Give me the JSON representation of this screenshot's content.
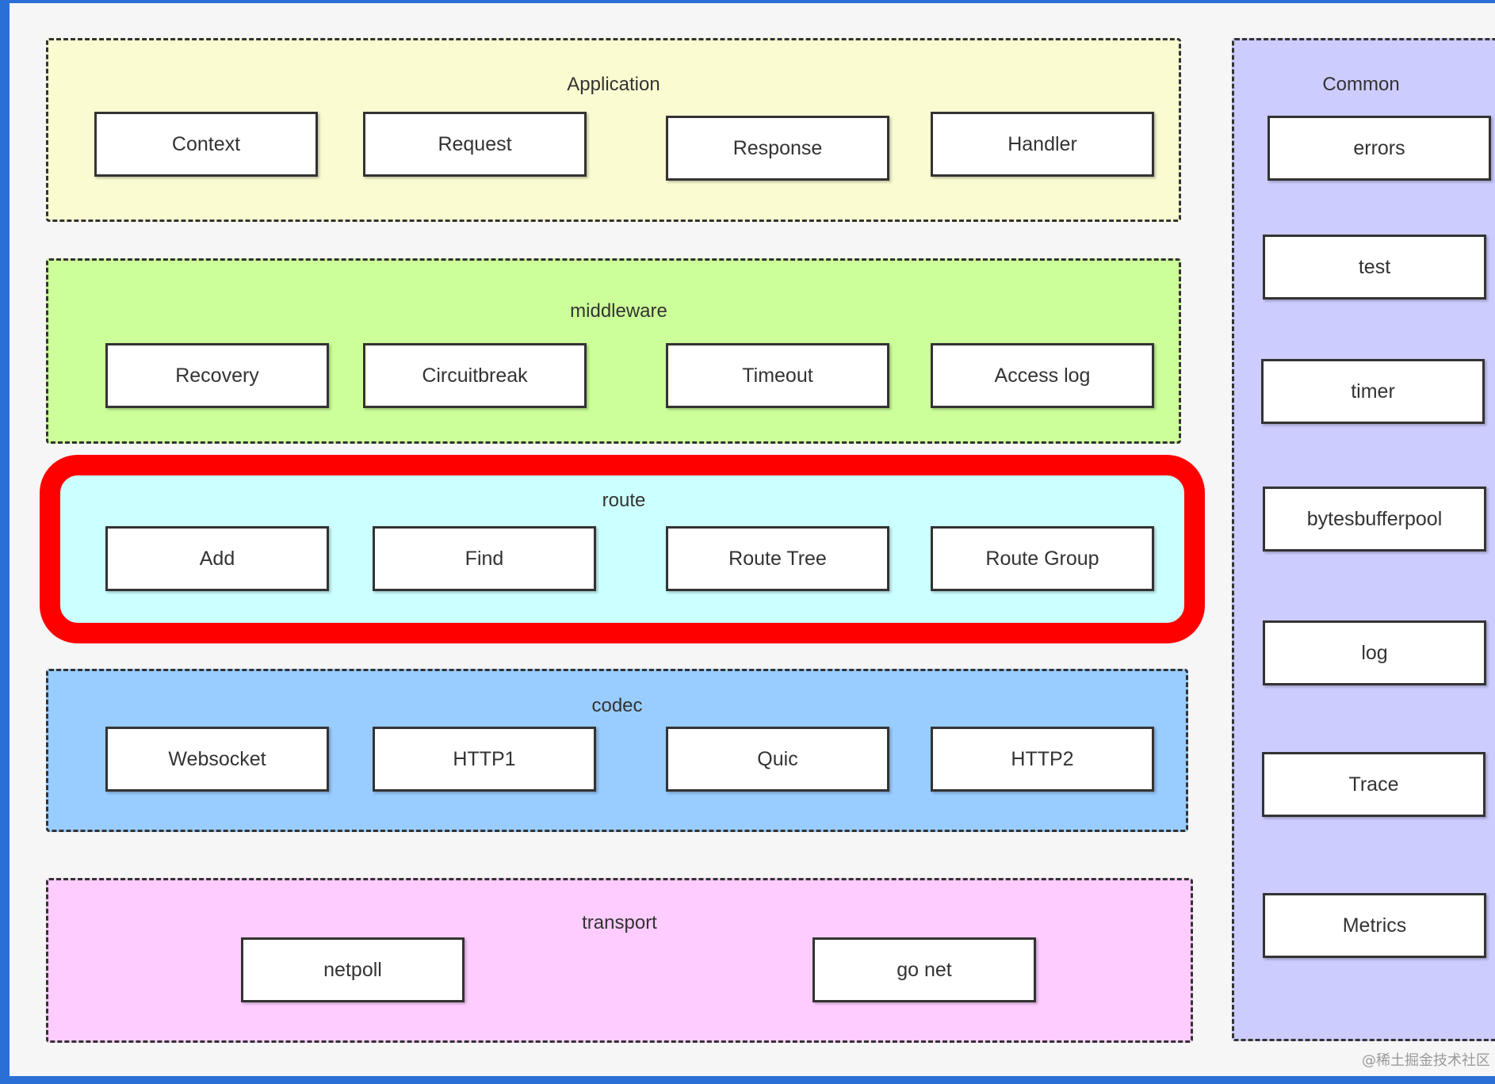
{
  "colors": {
    "application": "#fbfbd2",
    "middleware": "#ccff99",
    "route": "#ccffff",
    "codec": "#99ccff",
    "transport": "#ffccff",
    "common": "#ccccff",
    "highlight": "#ff0000"
  },
  "layers": {
    "application": {
      "title": "Application",
      "items": [
        "Context",
        "Request",
        "Response",
        "Handler"
      ]
    },
    "middleware": {
      "title": "middleware",
      "items": [
        "Recovery",
        "Circuitbreak",
        "Timeout",
        "Access log"
      ]
    },
    "route": {
      "title": "route",
      "items": [
        "Add",
        "Find",
        "Route Tree",
        "Route Group"
      ]
    },
    "codec": {
      "title": "codec",
      "items": [
        "Websocket",
        "HTTP1",
        "Quic",
        "HTTP2"
      ]
    },
    "transport": {
      "title": "transport",
      "items": [
        "netpoll",
        "go net"
      ]
    },
    "common": {
      "title": "Common",
      "items": [
        "errors",
        "test",
        "timer",
        "bytesbufferpool",
        "log",
        "Trace",
        "Metrics"
      ]
    }
  },
  "watermark": "@稀土掘金技术社区"
}
